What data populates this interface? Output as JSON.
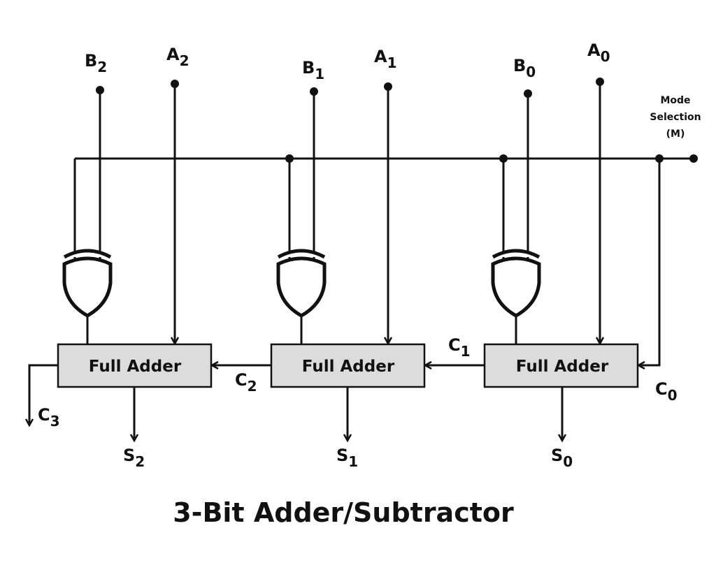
{
  "diagram": {
    "title": "3-Bit Adder/Subtractor",
    "mode_selection": {
      "line1": "Mode",
      "line2": "Selection",
      "line3": "(M)"
    },
    "full_adders": [
      {
        "id": "fa2",
        "label": "Full Adder"
      },
      {
        "id": "fa1",
        "label": "Full Adder"
      },
      {
        "id": "fa0",
        "label": "Full Adder"
      }
    ],
    "inputs": {
      "b2": {
        "base": "B",
        "sub": "2"
      },
      "a2": {
        "base": "A",
        "sub": "2"
      },
      "b1": {
        "base": "B",
        "sub": "1"
      },
      "a1": {
        "base": "A",
        "sub": "1"
      },
      "b0": {
        "base": "B",
        "sub": "0"
      },
      "a0": {
        "base": "A",
        "sub": "0"
      }
    },
    "carries": {
      "c0": {
        "base": "C",
        "sub": "0"
      },
      "c1": {
        "base": "C",
        "sub": "1"
      },
      "c2": {
        "base": "C",
        "sub": "2"
      },
      "c3": {
        "base": "C",
        "sub": "3"
      }
    },
    "sums": {
      "s0": {
        "base": "S",
        "sub": "0"
      },
      "s1": {
        "base": "S",
        "sub": "1"
      },
      "s2": {
        "base": "S",
        "sub": "2"
      }
    },
    "gate_type": "XOR",
    "colors": {
      "adder_fill": "#dcdcdc",
      "line": "#111111",
      "background": "#ffffff"
    }
  }
}
